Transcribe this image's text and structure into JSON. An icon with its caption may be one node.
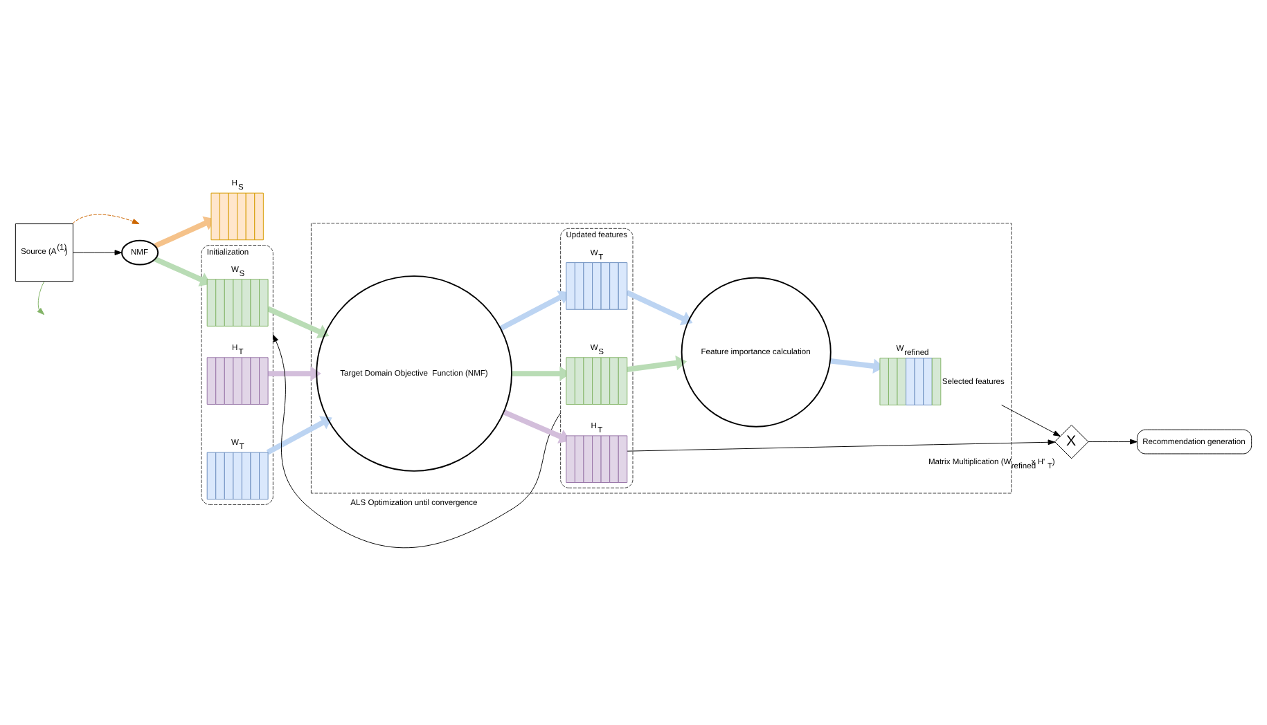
{
  "diagram": {
    "nodes": [
      {
        "text": [
          "Source (A$^{(1)}$)"
        ]
      },
      {
        "text": [
          "NMF"
        ]
      },
      {
        "text": [
          "H$_{S}$"
        ]
      },
      {
        "text": [
          "Initialization"
        ]
      },
      {
        "text": [
          "W$_{S}$"
        ],
        "in": 3
      },
      {
        "text": [
          "W$_{T}$"
        ],
        "in": 3
      },
      {
        "text": [
          "H$_{T}$"
        ],
        "in": 3
      },
      {
        "text": [],
        "shape": "box"
      },
      {
        "text": [
          "Updated features"
        ],
        "in": 7
      },
      {
        "text": [
          "W$_{S}$"
        ],
        "in": 8
      },
      {
        "text": [
          "W$_{T}$"
        ],
        "in": 8
      },
      {
        "text": [
          "H$_{T}$"
        ],
        "in": 8
      },
      {
        "text": [
          "Target Domain Objective  Function (NMF)"
        ],
        "in": 7
      },
      {
        "text": [
          "Feature importance calculation"
        ],
        "in": 7
      },
      {
        "text": [
          "W$_{refined}$"
        ],
        "beside": [
          "Selected features"
        ],
        "in": 7
      },
      {
        "text": [
          "X"
        ],
        "beside": [
          "Matrix Multiplication (W$_{refined}$ x H'$_{T}$)"
        ]
      },
      {
        "text": [
          "Recommendation generation"
        ]
      }
    ],
    "edges": [
      {
        "from": 8,
        "to": 3,
        "arrow": "to",
        "label": "ALS Optimization until convergence"
      },
      {
        "from": 0,
        "to": null,
        "arrow": "to",
        "style": "dashed",
        "color": "#cc6600"
      },
      {
        "from": 0,
        "to": null,
        "arrow": "to",
        "color": "#82b366"
      },
      {
        "from": 0,
        "to": 1,
        "arrow": "to"
      },
      {
        "from": 1,
        "to": 4,
        "arrow": "to",
        "color": "#b9dcb5"
      },
      {
        "from": 1,
        "to": 2,
        "arrow": "to",
        "color": "#f5c28a"
      },
      {
        "from": 4,
        "to": 12,
        "arrow": "to",
        "color": "#b9dcb5"
      },
      {
        "from": 5,
        "to": 12,
        "arrow": "to",
        "color": "#bcd4f2"
      },
      {
        "from": 6,
        "to": 12,
        "arrow": "to",
        "color": "#d3bedb"
      },
      {
        "from": 12,
        "to": 9,
        "arrow": "to",
        "color": "#b9dcb5"
      },
      {
        "from": 12,
        "to": 10,
        "arrow": "to",
        "color": "#bcd4f2"
      },
      {
        "from": 12,
        "to": 11,
        "arrow": "to",
        "color": "#d3bedb"
      },
      {
        "from": 9,
        "to": 13,
        "arrow": "to",
        "color": "#b9dcb5"
      },
      {
        "from": 10,
        "to": 13,
        "arrow": "to",
        "color": "#bcd4f2"
      },
      {
        "from": 13,
        "to": 14,
        "arrow": "to",
        "color": "#bcd4f2"
      },
      {
        "from": 14,
        "to": 15,
        "arrow": "to"
      },
      {
        "from": 11,
        "to": 15,
        "arrow": "to"
      },
      {
        "from": 15,
        "to": 16,
        "arrow": "to"
      }
    ]
  }
}
